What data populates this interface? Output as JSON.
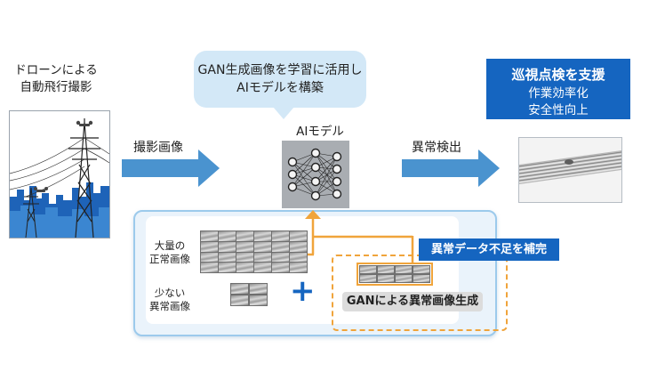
{
  "drone": {
    "caption_line1": "ドローンによる",
    "caption_line2": "自動飛行撮影"
  },
  "bubble": {
    "line1": "GAN生成画像を学習に活用し",
    "line2": "AIモデルを構築"
  },
  "ai_model": {
    "label": "AIモデル"
  },
  "flow": {
    "capture_label": "撮影画像",
    "detect_label": "異常検出"
  },
  "support": {
    "title": "巡視点検を支援",
    "line1": "作業効率化",
    "line2": "安全性向上"
  },
  "panel": {
    "normal_line1": "大量の",
    "normal_line2": "正常画像",
    "anomaly_line1": "少ない",
    "anomaly_line2": "異常画像",
    "plus": "+",
    "deficit_label": "異常データ不足を補完",
    "gan_label": "GANによる異常画像生成"
  },
  "colors": {
    "arrow": "#4a93cf",
    "accent_blue": "#1565c0",
    "orange": "#f0a43b",
    "bubble": "#d3e8f7",
    "panel_border": "#9ccaec"
  }
}
